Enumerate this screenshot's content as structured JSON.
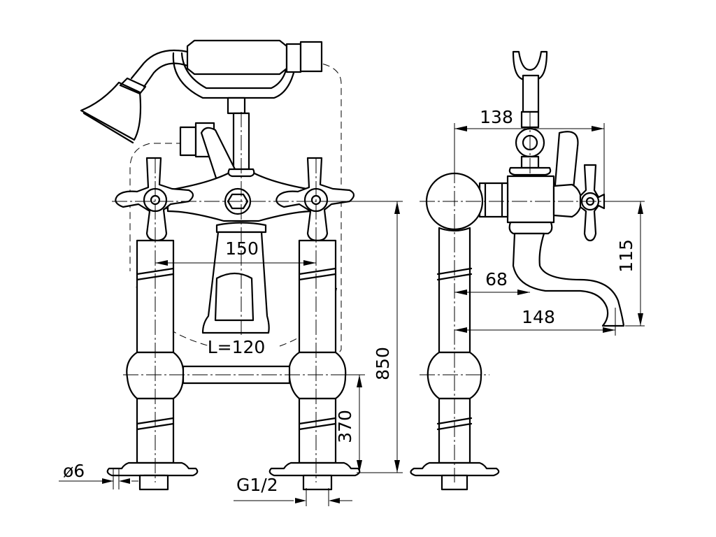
{
  "dimensions": {
    "spacing": "150",
    "length": "L=120",
    "total_height": "850",
    "rail_height": "370",
    "pipe_diameter": "ø6",
    "thread": "G1/2",
    "handle_width": "138",
    "spout_inner": "68",
    "spout_outer": "148",
    "spout_height": "115"
  }
}
